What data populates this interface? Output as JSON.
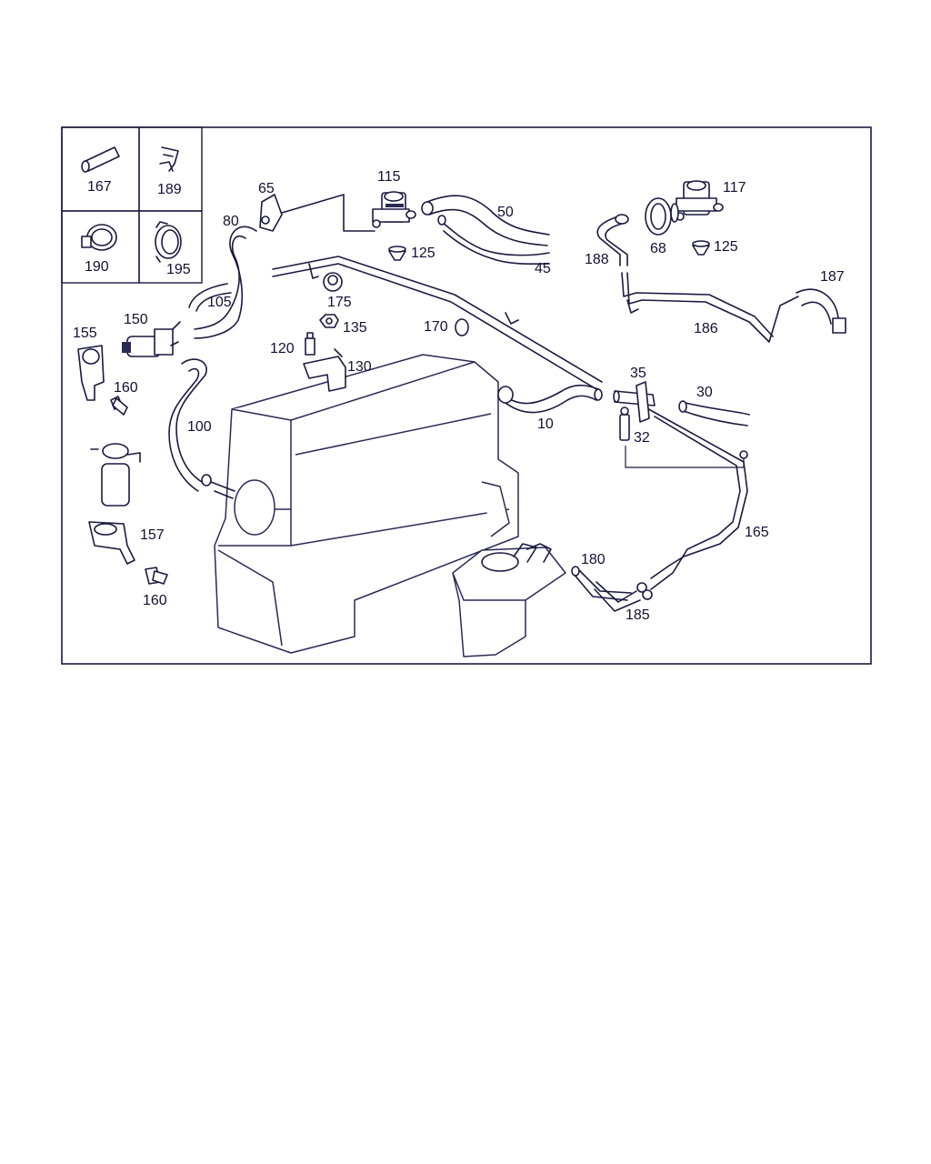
{
  "diagram": {
    "callouts": {
      "c167": "167",
      "c189": "189",
      "c190": "190",
      "c195": "195",
      "c65": "65",
      "c80": "80",
      "c115": "115",
      "c50": "50",
      "c125a": "125",
      "c45": "45",
      "c117": "117",
      "c68": "68",
      "c125b": "125",
      "c188": "188",
      "c187": "187",
      "c186": "186",
      "c175": "175",
      "c105": "105",
      "c150": "150",
      "c155": "155",
      "c135": "135",
      "c120": "120",
      "c130": "130",
      "c170": "170",
      "c160a": "160",
      "c100": "100",
      "c35": "35",
      "c30": "30",
      "c10": "10",
      "c32": "32",
      "c165": "165",
      "c157": "157",
      "c180": "180",
      "c160b": "160",
      "c185": "185"
    }
  }
}
